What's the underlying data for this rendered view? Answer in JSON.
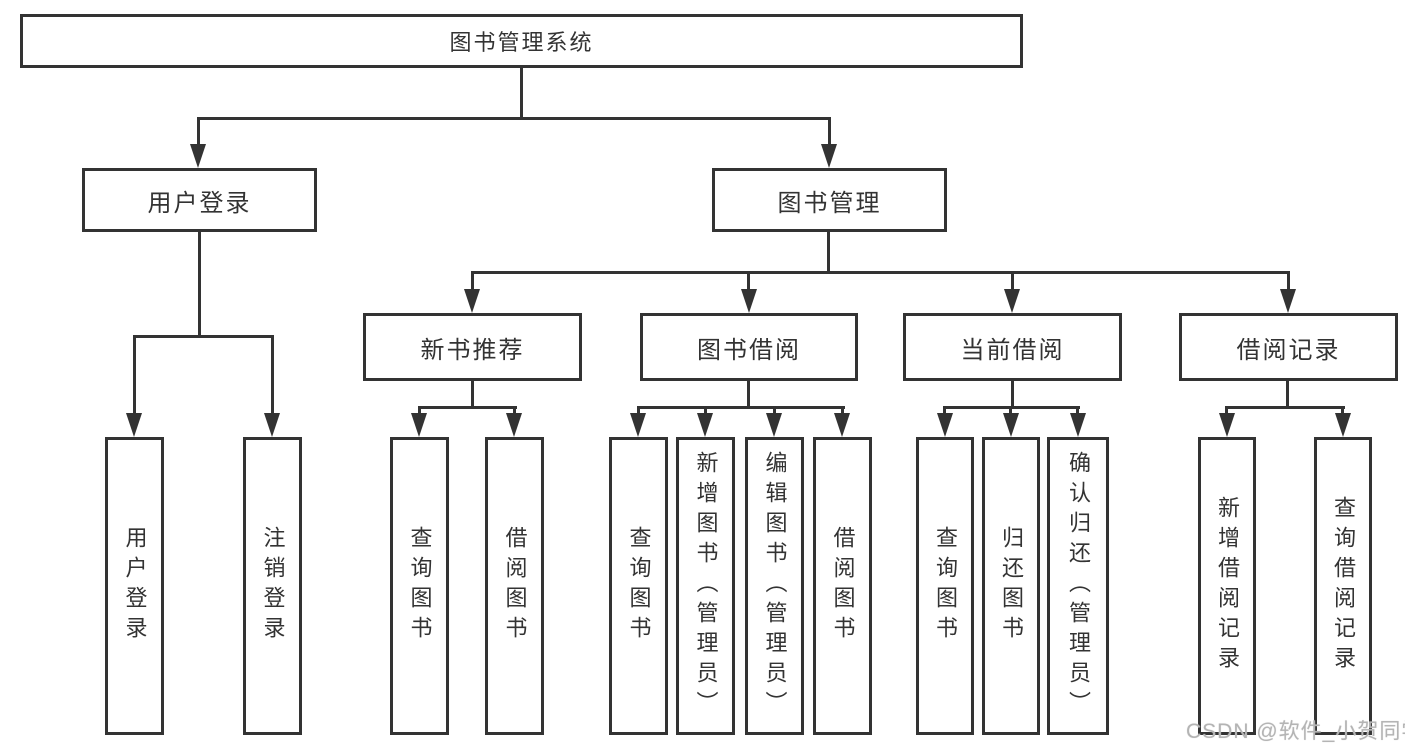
{
  "tree": {
    "root": {
      "label": "图书管理系统"
    },
    "children": [
      {
        "label": "用户登录",
        "children": [
          {
            "label": "用户登录"
          },
          {
            "label": "注销登录"
          }
        ]
      },
      {
        "label": "图书管理",
        "children": [
          {
            "label": "新书推荐",
            "children": [
              {
                "label": "查询图书"
              },
              {
                "label": "借阅图书"
              }
            ]
          },
          {
            "label": "图书借阅",
            "children": [
              {
                "label": "查询图书"
              },
              {
                "label": "新增图书（管理员）"
              },
              {
                "label": "编辑图书（管理员）"
              },
              {
                "label": "借阅图书"
              }
            ]
          },
          {
            "label": "当前借阅",
            "children": [
              {
                "label": "查询图书"
              },
              {
                "label": "归还图书"
              },
              {
                "label": "确认归还（管理员）"
              }
            ]
          },
          {
            "label": "借阅记录",
            "children": [
              {
                "label": "新增借阅记录"
              },
              {
                "label": "查询借阅记录"
              }
            ]
          }
        ]
      }
    ]
  },
  "watermark": "CSDN @软件_小贺同学",
  "colors": {
    "line": "#333333",
    "box_background": "#ffffff",
    "text": "#333333",
    "watermark": "#b4b4b4",
    "page_background": "#ffffff"
  }
}
